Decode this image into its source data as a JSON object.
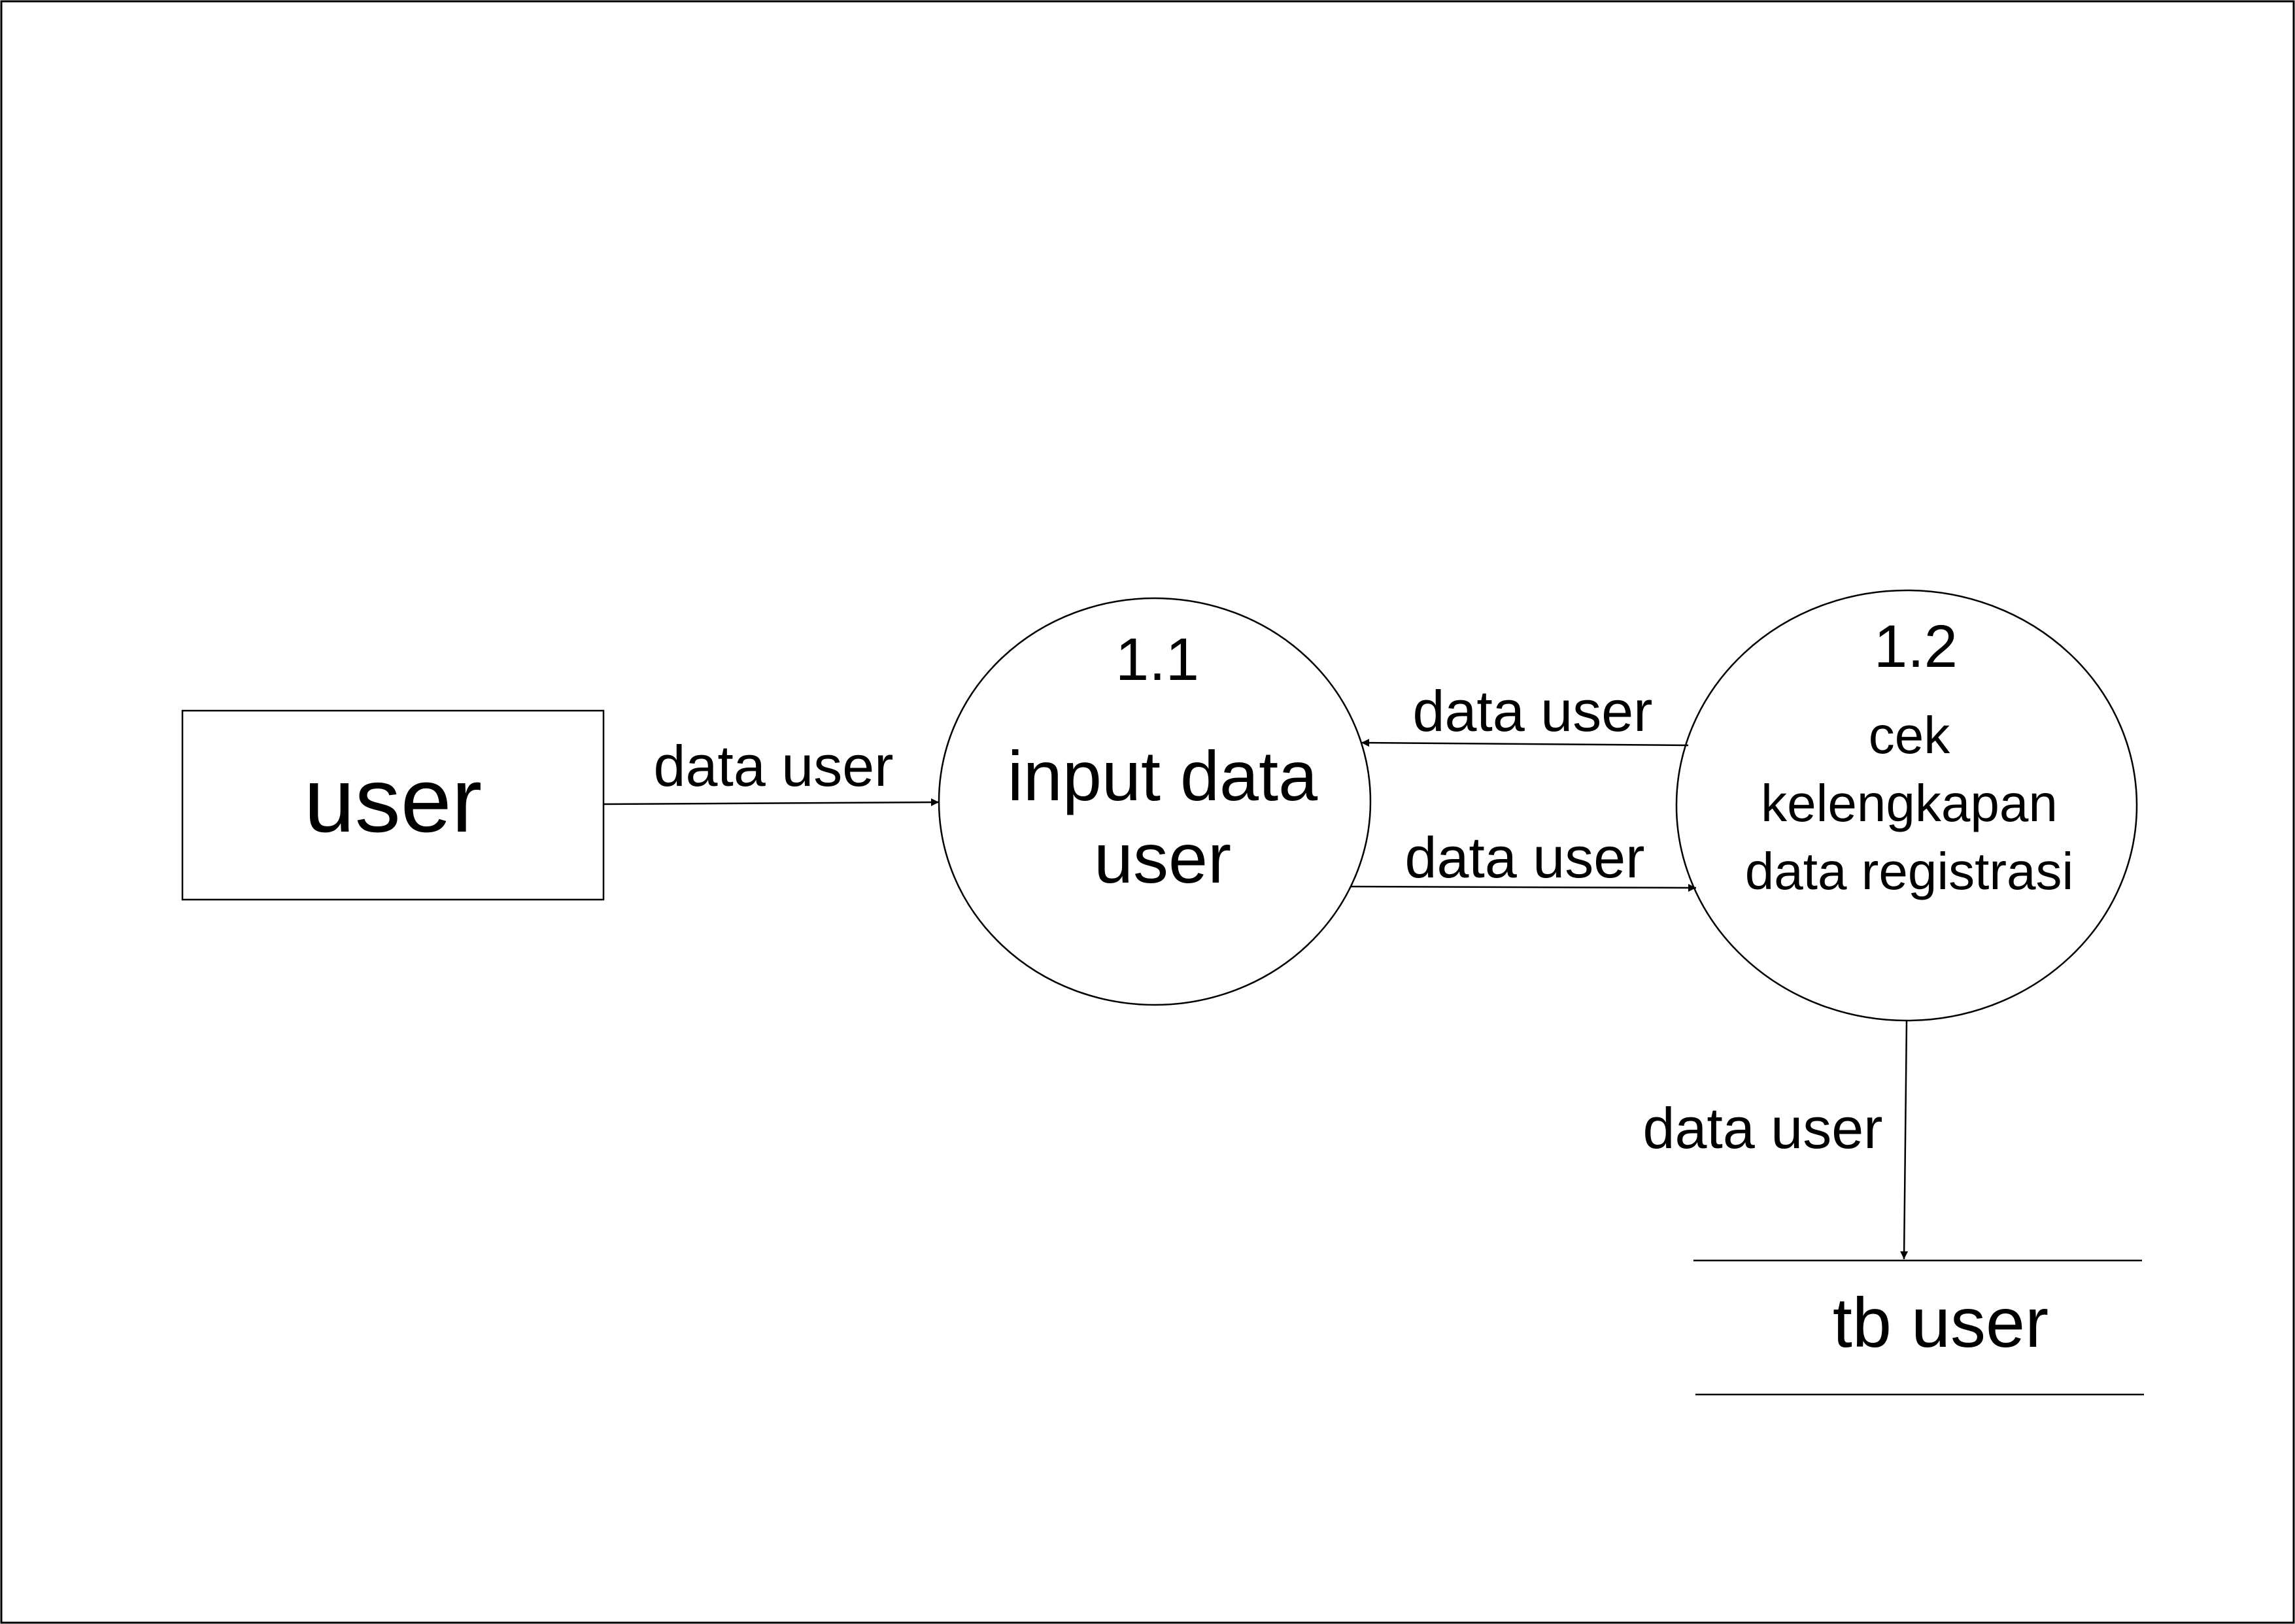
{
  "entity": {
    "label": "user"
  },
  "processes": [
    {
      "number": "1.1",
      "lines": [
        "input data",
        "user"
      ]
    },
    {
      "number": "1.2",
      "lines": [
        "cek",
        "kelengkapan",
        "data registrasi"
      ]
    }
  ],
  "data_store": {
    "label": "tb user"
  },
  "flows": [
    {
      "label": "data user",
      "from": "user",
      "to": "1.1"
    },
    {
      "label": "data user",
      "from": "1.2",
      "to": "1.1"
    },
    {
      "label": "data user",
      "from": "1.1",
      "to": "1.2"
    },
    {
      "label": "data user",
      "from": "1.2",
      "to": "tb user"
    }
  ]
}
